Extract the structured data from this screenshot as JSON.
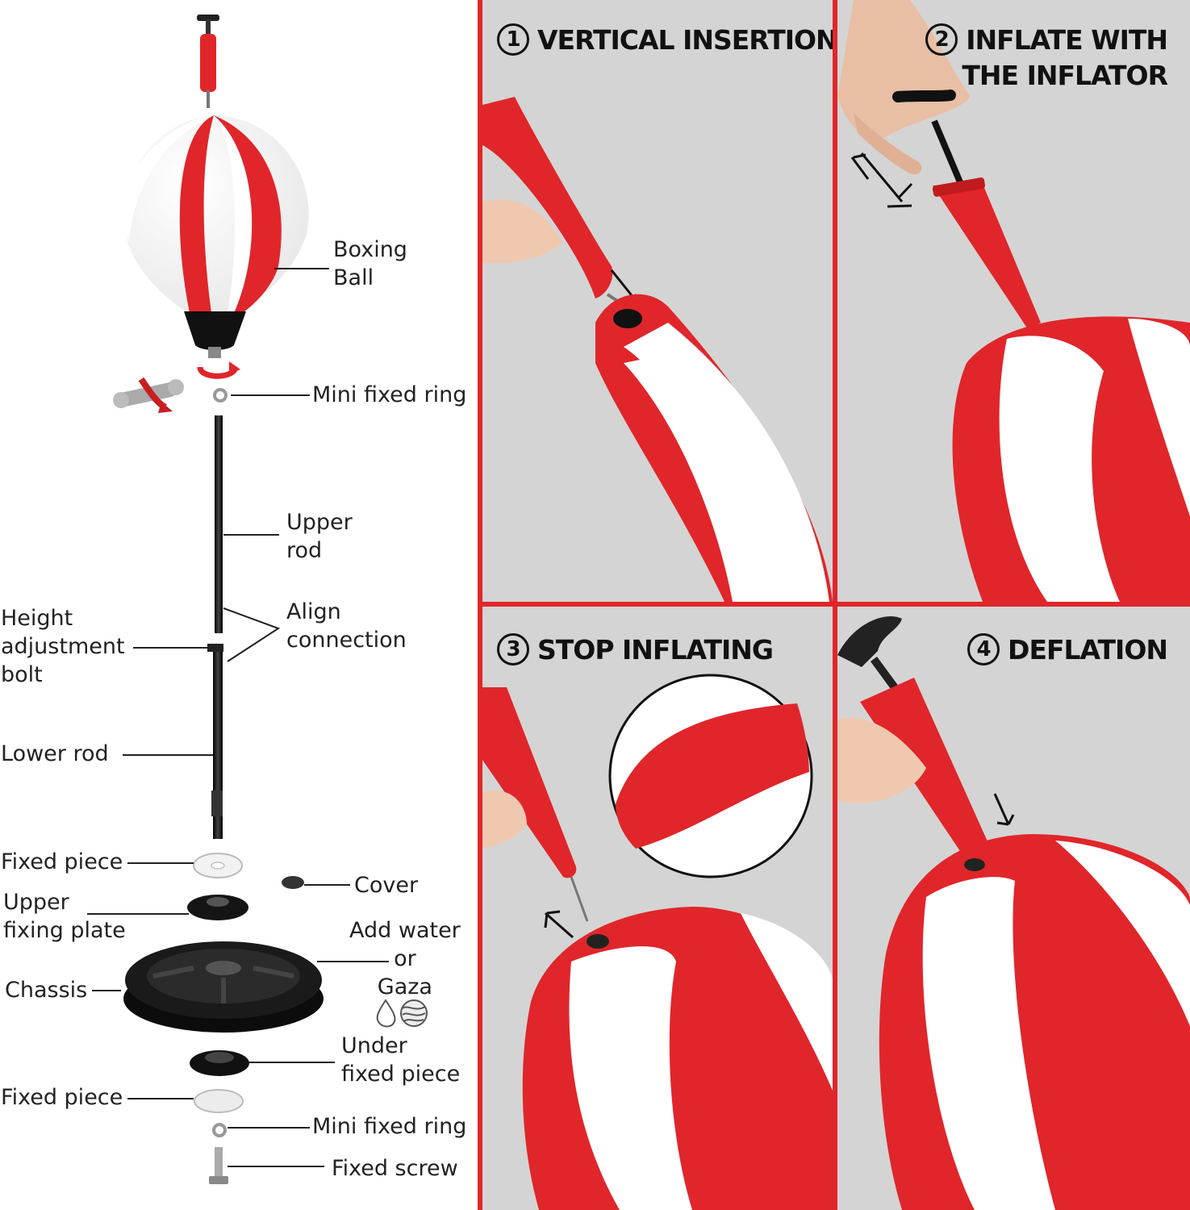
{
  "diagram": {
    "labels": {
      "boxing_ball": "Boxing\nBall",
      "mini_fixed_ring_top": "Mini fixed ring",
      "upper_rod": "Upper\nrod",
      "align_connection": "Align\nconnection",
      "height_adjustment_bolt": "Height\nadjustment\nbolt",
      "lower_rod": "Lower rod",
      "fixed_piece_top": "Fixed piece",
      "cover": "Cover",
      "upper_fixing_plate": "Upper\nfixing plate",
      "add_water": "Add water\nor\nGaza",
      "chassis": "Chassis",
      "under_fixed_piece": "Under\nfixed piece",
      "fixed_piece_bottom": "Fixed piece",
      "mini_fixed_ring_bottom": "Mini fixed ring",
      "fixed_screw": "Fixed screw"
    }
  },
  "steps": [
    {
      "number": "1",
      "title": "VERTICAL INSERTION"
    },
    {
      "number": "2",
      "title": "INFLATE WITH\nTHE INFLATOR"
    },
    {
      "number": "3",
      "title": "STOP INFLATING"
    },
    {
      "number": "4",
      "title": "DEFLATION"
    }
  ],
  "colors": {
    "accent_red": "#e0262a",
    "panel_bg": "#d4d4d4",
    "divider": "#e0262a"
  }
}
